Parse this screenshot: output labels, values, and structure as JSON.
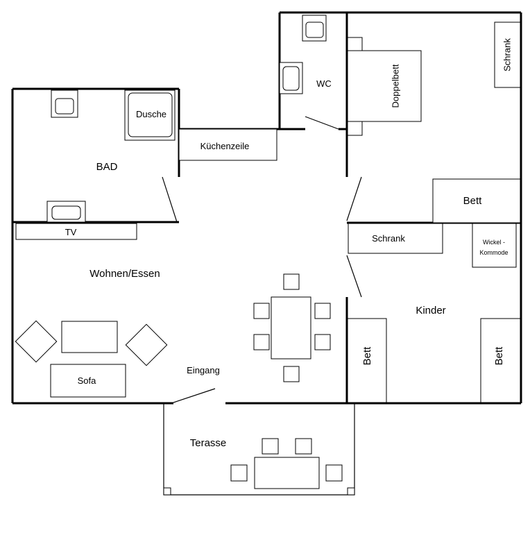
{
  "rooms": {
    "bad": "BAD",
    "wc": "WC",
    "kuechenzeile": "Küchenzeile",
    "wohnen": "Wohnen/Essen",
    "kinder": "Kinder",
    "terasse": "Terasse",
    "eingang": "Eingang"
  },
  "furniture": {
    "dusche": "Dusche",
    "tv": "TV",
    "sofa": "Sofa",
    "doppelbett": "Doppelbett",
    "schrank_bedroom": "Schrank",
    "bett_bedroom": "Bett",
    "schrank_kinder": "Schrank",
    "wickel_line1": "Wickel -",
    "wickel_line2": "Kommode",
    "bett_kinder_left": "Bett",
    "bett_kinder_right": "Bett"
  }
}
